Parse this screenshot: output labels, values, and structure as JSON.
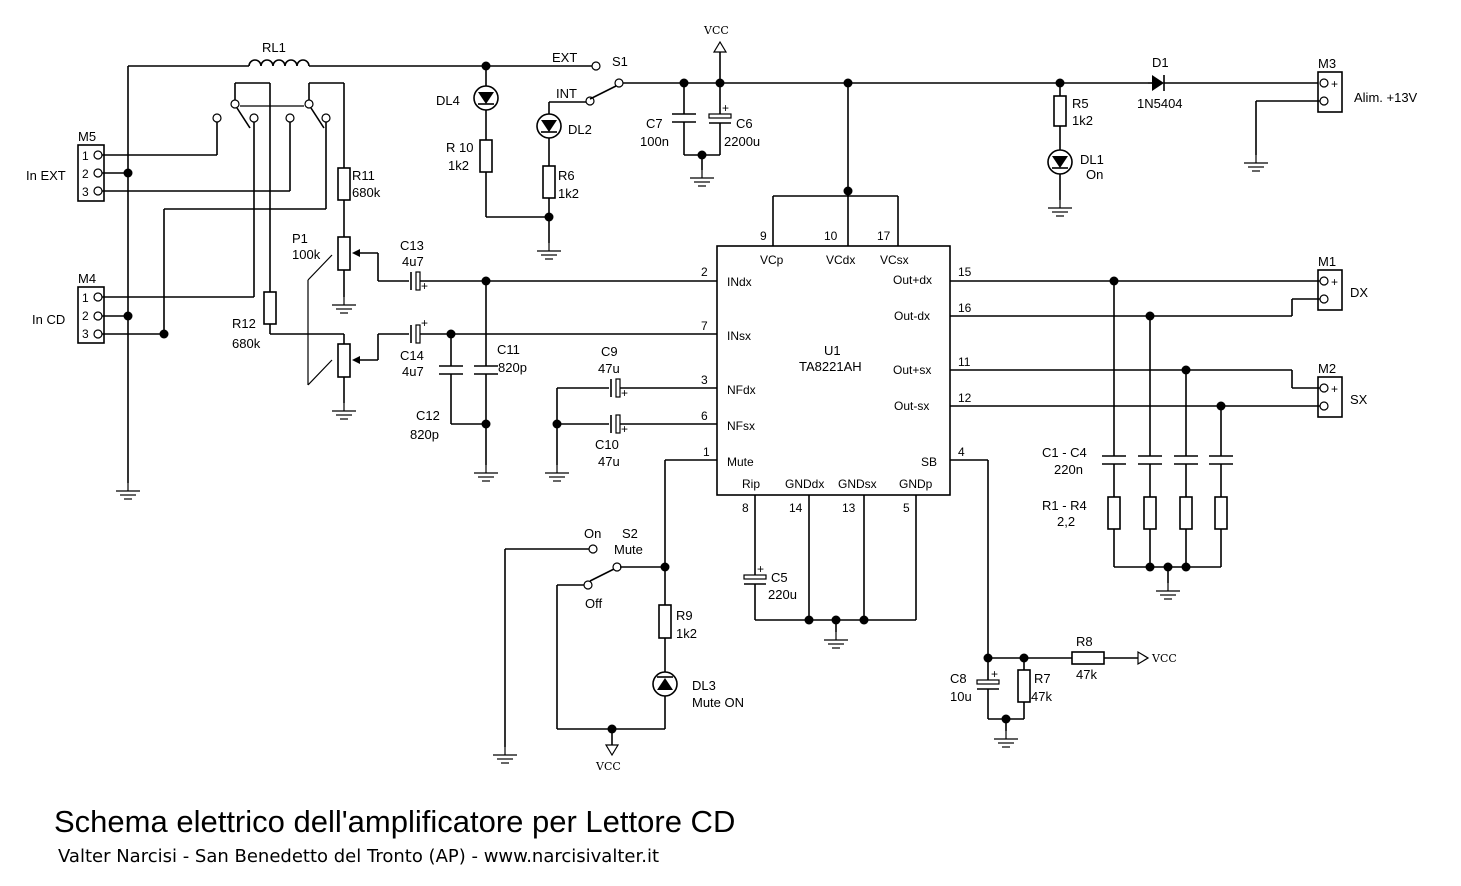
{
  "title": "Schema elettrico dell'amplificatore per Lettore CD",
  "subtitle": "Valter Narcisi - San Benedetto del Tronto (AP) - www.narcisivalter.it",
  "vcc_label": "VCC",
  "ic": {
    "ref": "U1",
    "part": "TA8221AH",
    "pins": [
      {
        "num": "9",
        "name": "VCp"
      },
      {
        "num": "10",
        "name": "VCdx"
      },
      {
        "num": "17",
        "name": "VCsx"
      },
      {
        "num": "2",
        "name": "INdx"
      },
      {
        "num": "7",
        "name": "INsx"
      },
      {
        "num": "3",
        "name": "NFdx"
      },
      {
        "num": "6",
        "name": "NFsx"
      },
      {
        "num": "1",
        "name": "Mute"
      },
      {
        "num": "8",
        "name": "Rip"
      },
      {
        "num": "14",
        "name": "GNDdx"
      },
      {
        "num": "13",
        "name": "GNDsx"
      },
      {
        "num": "5",
        "name": "GNDp"
      },
      {
        "num": "15",
        "name": "Out+dx"
      },
      {
        "num": "16",
        "name": "Out-dx"
      },
      {
        "num": "11",
        "name": "Out+sx"
      },
      {
        "num": "12",
        "name": "Out-sx"
      },
      {
        "num": "4",
        "name": "SB"
      }
    ]
  },
  "connectors": {
    "m5": {
      "ref": "M5",
      "label": "In EXT",
      "pins": [
        "1",
        "2",
        "3"
      ]
    },
    "m4": {
      "ref": "M4",
      "label": "In CD",
      "pins": [
        "1",
        "2",
        "3"
      ]
    },
    "m3": {
      "ref": "M3",
      "label": "Alim. +13V",
      "plus": "+"
    },
    "m1": {
      "ref": "M1",
      "label": "DX",
      "plus": "+"
    },
    "m2": {
      "ref": "M2",
      "label": "SX",
      "plus": "+"
    }
  },
  "components": {
    "rl1": "RL1",
    "r11": {
      "ref": "R11",
      "value": "680k"
    },
    "r12": {
      "ref": "R12",
      "value": "680k"
    },
    "p1": {
      "ref": "P1",
      "value": "100k"
    },
    "c13": {
      "ref": "C13",
      "value": "4u7"
    },
    "c14": {
      "ref": "C14",
      "value": "4u7"
    },
    "c11": {
      "ref": "C11",
      "value": "820p"
    },
    "c12": {
      "ref": "C12",
      "value": "820p"
    },
    "c9": {
      "ref": "C9",
      "value": "47u"
    },
    "c10": {
      "ref": "C10",
      "value": "47u"
    },
    "dl4": "DL4",
    "r10": {
      "ref": "R 10",
      "value": "1k2"
    },
    "dl2": "DL2",
    "r6": {
      "ref": "R6",
      "value": "1k2"
    },
    "s1": {
      "ref": "S1",
      "ext": "EXT",
      "int": "INT"
    },
    "c7": {
      "ref": "C7",
      "value": "100n"
    },
    "c6": {
      "ref": "C6",
      "value": "2200u"
    },
    "d1": {
      "ref": "D1",
      "value": "1N5404"
    },
    "r5": {
      "ref": "R5",
      "value": "1k2"
    },
    "dl1": {
      "ref": "DL1",
      "value": "On"
    },
    "s2": {
      "ref": "S2",
      "value": "Mute",
      "on": "On",
      "off": "Off"
    },
    "r9": {
      "ref": "R9",
      "value": "1k2"
    },
    "dl3": {
      "ref": "DL3",
      "value": "Mute ON"
    },
    "c5": {
      "ref": "C5",
      "value": "220u"
    },
    "c8": {
      "ref": "C8",
      "value": "10u"
    },
    "r7": {
      "ref": "R7",
      "value": "47k"
    },
    "r8": {
      "ref": "R8",
      "value": "47k"
    },
    "c1c4": {
      "ref": "C1 - C4",
      "value": "220n"
    },
    "r1r4": {
      "ref": "R1 - R4",
      "value": "2,2"
    }
  }
}
